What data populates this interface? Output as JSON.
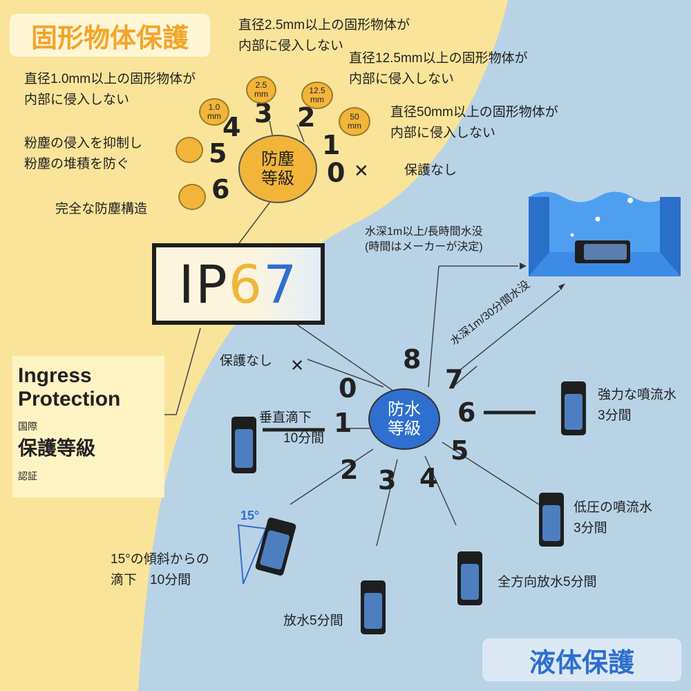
{
  "colors": {
    "dust_bg": "#f9e49a",
    "water_bg": "#b9d3e6",
    "dust_hub": "#f2b53a",
    "water_hub": "#2f6fcf",
    "ip6": "#f2b53a",
    "ip7": "#2f6fcf"
  },
  "dust": {
    "title": "固形物体保護",
    "hub": [
      "防塵",
      "等級"
    ],
    "levels": [
      {
        "num": "0",
        "text": [
          "保護なし"
        ],
        "icon": "x-icon"
      },
      {
        "num": "1",
        "text": [
          "直径50mm以上の固形物体が",
          "内部に侵入しない"
        ],
        "bubble": [
          "50",
          "mm"
        ]
      },
      {
        "num": "2",
        "text": [
          "直径12.5mm以上の固形物体が",
          "内部に侵入しない"
        ],
        "bubble": [
          "12.5",
          "mm"
        ]
      },
      {
        "num": "3",
        "text": [
          "直径2.5mm以上の固形物体が",
          "内部に侵入しない"
        ],
        "bubble": [
          "2.5",
          "mm"
        ]
      },
      {
        "num": "4",
        "text": [
          "直径1.0mm以上の固形物体が",
          "内部に侵入しない"
        ],
        "bubble": [
          "1.0",
          "mm"
        ]
      },
      {
        "num": "5",
        "text": [
          "粉塵の侵入を抑制し",
          "粉塵の堆積を防ぐ"
        ]
      },
      {
        "num": "6",
        "text": [
          "完全な防塵構造"
        ]
      }
    ]
  },
  "ip": {
    "prefix": "IP",
    "dust_digit": "6",
    "water_digit": "7"
  },
  "info": {
    "line1": "Ingress",
    "line2": "Protection",
    "small1": "国際",
    "big": "保護等級",
    "small2": "認証"
  },
  "water": {
    "title": "液体保護",
    "hub": [
      "防水",
      "等級"
    ],
    "levels": [
      {
        "num": "0",
        "text": [
          "保護なし"
        ]
      },
      {
        "num": "1",
        "text": [
          "垂直滴下",
          "10分間"
        ]
      },
      {
        "num": "2",
        "text": [
          "15°の傾斜からの",
          "滴下　10分間"
        ],
        "angle": "15°"
      },
      {
        "num": "3",
        "text": [
          "放水5分間"
        ]
      },
      {
        "num": "4",
        "text": [
          "全方向放水5分間"
        ]
      },
      {
        "num": "5",
        "text": [
          "低圧の噴流水",
          "3分間"
        ]
      },
      {
        "num": "6",
        "text": [
          "強力な噴流水",
          "3分間"
        ]
      },
      {
        "num": "7",
        "text": [
          "水深1m/30分間水没"
        ]
      },
      {
        "num": "8",
        "text": [
          "水深1m以上/長時間水没",
          "(時間はメーカーが決定)"
        ]
      }
    ]
  }
}
